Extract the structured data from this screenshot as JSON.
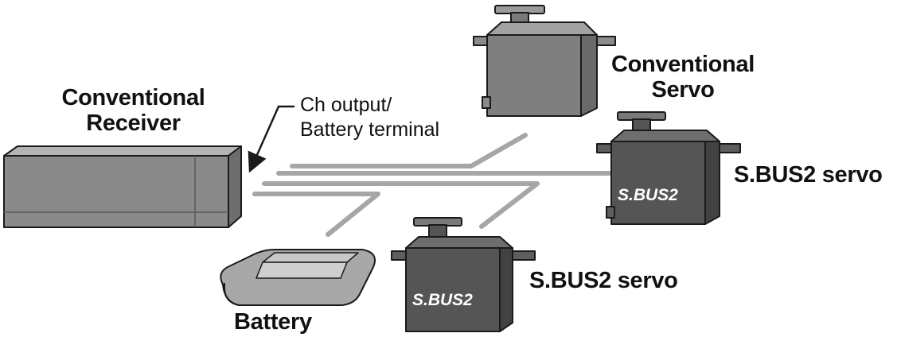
{
  "labels": {
    "receiver_line1": "Conventional",
    "receiver_line2": "Receiver",
    "terminal_line1": "Ch output/",
    "terminal_line2": "Battery terminal",
    "conv_servo_line1": "Conventional",
    "conv_servo_line2": "Servo",
    "sbus2_servo_right": "S.BUS2 servo",
    "sbus2_servo_bottom": "S.BUS2 servo",
    "battery": "Battery"
  },
  "logos": {
    "sbus2_mark": "S.BUS2"
  },
  "colors": {
    "wire": "#a6a6a6",
    "conventional_body": "#808080",
    "sbus2_body": "#555555",
    "receiver_body": "#8a8a8a",
    "battery_body": "#a8a8a8",
    "outline": "#1a1a1a"
  },
  "icons": {
    "receiver": "receiver-box-icon",
    "conventional_servo": "servo-icon",
    "sbus2_servo": "sbus2-servo-icon",
    "battery": "battery-pack-icon",
    "arrow": "callout-arrow-icon"
  }
}
